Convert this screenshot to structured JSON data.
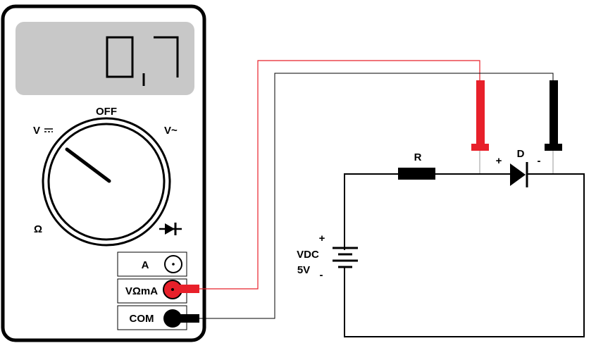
{
  "multimeter": {
    "display": {
      "digit_main": "0",
      "decimal": ",",
      "digit_fraction": "7"
    },
    "dial": {
      "label_off": "OFF",
      "label_v_dc": "V",
      "label_v_ac": "V~",
      "label_ohm": "Ω",
      "diode_icon": "diode-icon",
      "pointer_setting": "V DC"
    },
    "jacks": {
      "a_label": "A",
      "vohma_label": "VΩmA",
      "com_label": "COM"
    }
  },
  "circuit": {
    "resistor_label": "R",
    "diode_label": "D",
    "probe_plus": "+",
    "probe_minus": "-",
    "battery_plus": "+",
    "battery_minus": "-",
    "source_type": "VDC",
    "source_voltage": "5V"
  },
  "colors": {
    "probe_red": "#e8202a",
    "probe_black": "#000000",
    "display_bg": "#c8c8c8",
    "wire_red": "#e8202a"
  }
}
